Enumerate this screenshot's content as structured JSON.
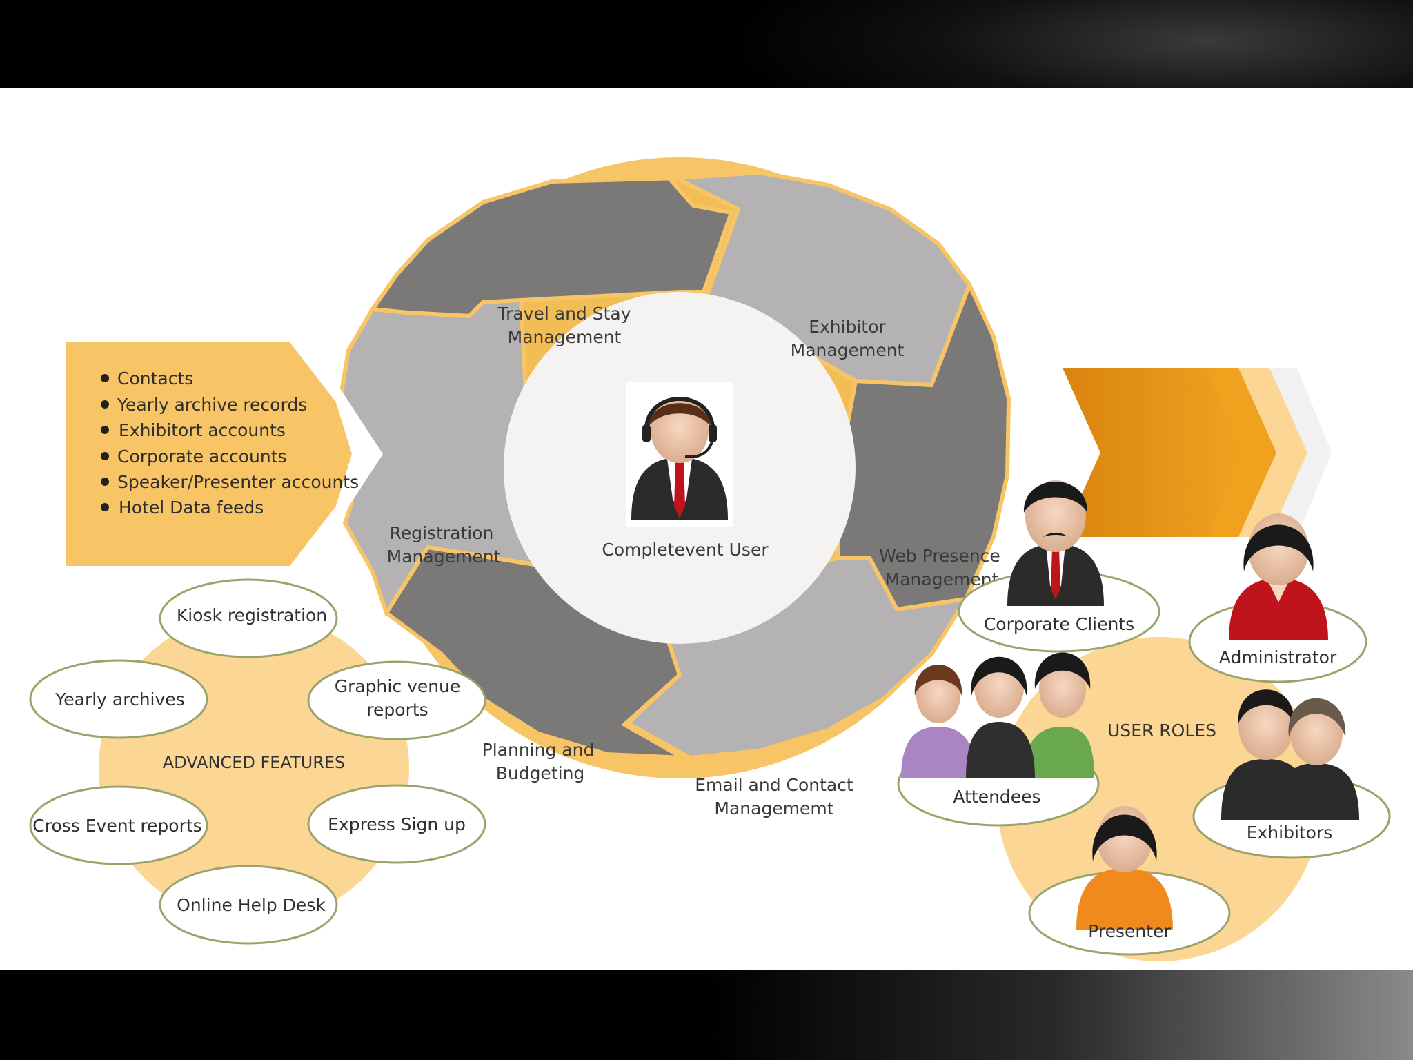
{
  "center": {
    "label": "Completevent User"
  },
  "segments": [
    {
      "id": "travel",
      "line1": "Travel and Stay",
      "line2": "Management"
    },
    {
      "id": "exhibitor",
      "line1": "Exhibitor",
      "line2": "Management"
    },
    {
      "id": "web",
      "line1": "Web Presence",
      "line2": "Management"
    },
    {
      "id": "email",
      "line1": "Email and Contact",
      "line2": "Managememt"
    },
    {
      "id": "planning",
      "line1": "Planning and",
      "line2": "Budgeting"
    },
    {
      "id": "registration",
      "line1": "Registration",
      "line2": "Management"
    }
  ],
  "data_sources": [
    "Contacts",
    "Yearly archive records",
    "Exhibitort accounts",
    "Corporate accounts",
    "Speaker/Presenter accounts",
    "Hotel Data feeds"
  ],
  "advanced_features": {
    "title": "ADVANCED FEATURES",
    "items": [
      "Kiosk registration",
      "Yearly archives",
      "Graphic venue reports",
      "Cross Event reports",
      "Express Sign up",
      "Online Help Desk"
    ]
  },
  "user_roles": {
    "title": "USER ROLES",
    "items": [
      "Corporate Clients",
      "Administrator",
      "Attendees",
      "Exhibitors",
      "Presenter"
    ]
  },
  "colors": {
    "accent_orange": "#f7c466",
    "light_orange": "#fbd694",
    "dark_orange": "#e08e1b",
    "dark_segment": "#7b7878",
    "light_segment": "#b4b2b2",
    "bubble_stroke": "#9aa46a"
  }
}
